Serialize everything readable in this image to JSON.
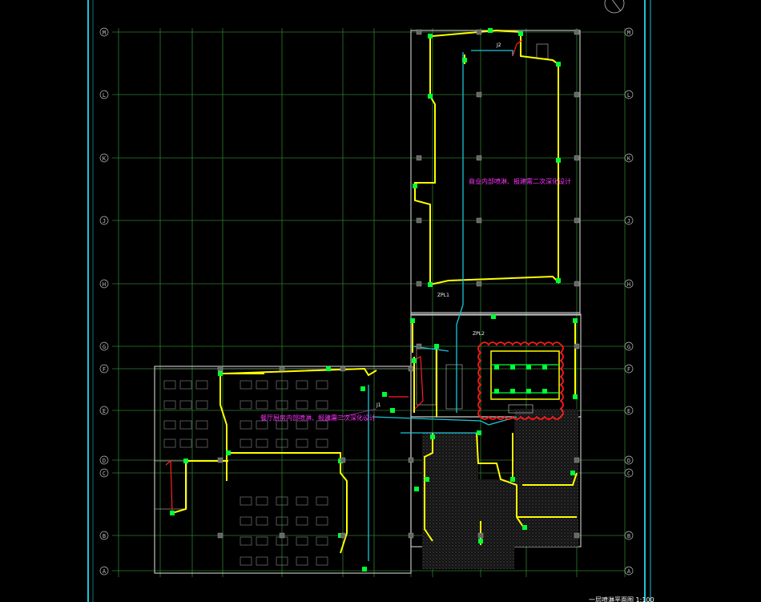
{
  "drawing": {
    "axes_vertical": [
      "M",
      "L",
      "K",
      "J",
      "H",
      "G",
      "F",
      "E",
      "D",
      "C",
      "B",
      "A"
    ],
    "notes": {
      "commercial": "商业内部喷淋、报建需二次深化设计",
      "dining": "餐厅厨房内部喷淋、报建需二次深化设计"
    },
    "riser_labels": [
      "ZPL1",
      "ZPL2",
      "J2",
      "J1"
    ],
    "title_block": "一层喷淋平面图 1:100"
  },
  "colors": {
    "grid": "#2f7d2f",
    "wall": "#bfbfbf",
    "frame": "#19c6d6",
    "sprinkler_pipe": "#ffff00",
    "main_pipe": "#19c6d6",
    "equipment": "#00ff33",
    "note": "#ff33ff",
    "cloud": "#ff1a1a"
  }
}
